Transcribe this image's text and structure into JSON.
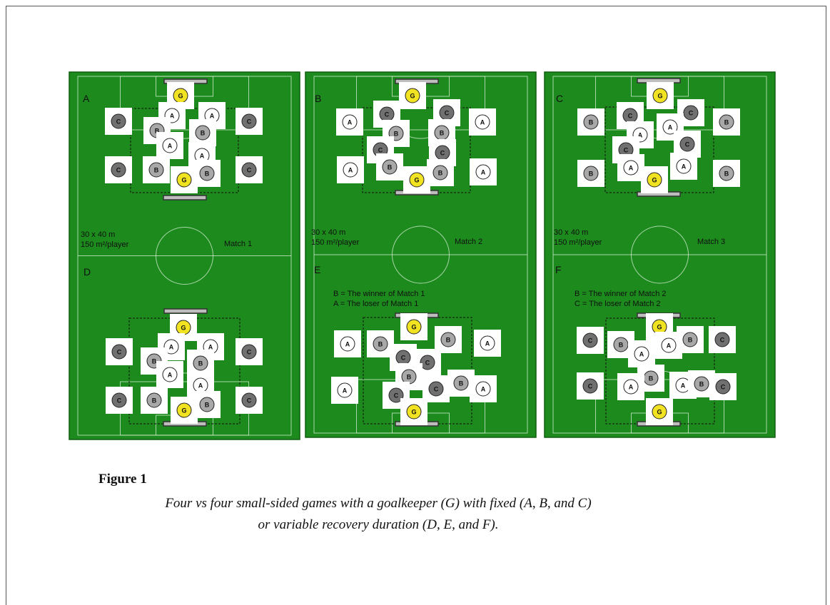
{
  "caption": {
    "title": "Figure 1",
    "line1": "Four vs four small-sided games with a goalkeeper (G) with fixed (A, B, and C)",
    "line2": "or variable recovery duration (D, E, and F)."
  },
  "colors": {
    "field": "#1c8a1c",
    "goalkeeper": "#f2e322",
    "team_a": "#ffffff",
    "team_b": "#a8a8a8",
    "team_c": "#707070"
  },
  "panels": [
    {
      "letter": "A",
      "labels": [
        "A",
        "B",
        "C",
        "G"
      ]
    },
    {
      "letter": "B",
      "labels": [
        "A",
        "B",
        "C",
        "G"
      ]
    },
    {
      "letter": "C",
      "labels": [
        "A",
        "B",
        "C",
        "G"
      ]
    },
    {
      "letter": "D",
      "labels": [
        "A",
        "B",
        "C",
        "G"
      ]
    },
    {
      "letter": "E",
      "labels": [
        "A",
        "B",
        "C",
        "G"
      ]
    },
    {
      "letter": "F",
      "labels": [
        "A",
        "B",
        "C",
        "G"
      ]
    }
  ],
  "fields": [
    {
      "dims": "30 x 40 m",
      "density": "150 m²/player",
      "match": "Match 1"
    },
    {
      "dims": "30 x 40 m",
      "density": "150 m²/player",
      "match": "Match 2"
    },
    {
      "dims": "30 x 40 m",
      "density": "150 m²/player",
      "match": "Match 3"
    }
  ],
  "notes": {
    "E": [
      "B = The winner of Match 1",
      "A = The loser of Match 1"
    ],
    "F": [
      "B = The winner of Match 2",
      "C = The loser of Match 2"
    ]
  }
}
